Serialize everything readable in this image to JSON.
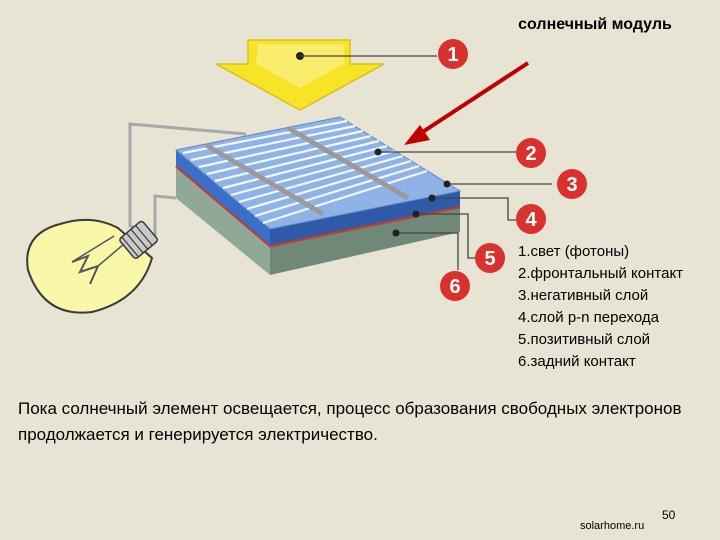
{
  "title": "солнечный модуль",
  "markers": [
    "1",
    "2",
    "3",
    "4",
    "5",
    "6"
  ],
  "legend": [
    "1.свет (фотоны)",
    "2.фронтальный контакт",
    "3.негативный слой",
    "4.слой p-n перехода",
    "5.позитивный слой",
    "6.задний контакт"
  ],
  "caption": "Пока солнечный элемент освещается, процесс образования свободных электронов продолжается и генерируется электричество.",
  "source": "solarhome.ru",
  "page_number": "50",
  "colors": {
    "background": "#e7e4d4",
    "marker_red": "#d9322e",
    "arrow_red": "#c00000",
    "light_arrow": "#f7e426",
    "top_layer": "#8fb3e6",
    "blue_layer": "#3b6fc7",
    "junction_red": "#c23a2e",
    "base_layer": "#8fa898",
    "bulb": "#fbf7a9"
  },
  "icons": [
    "light-arrow-icon",
    "light-bulb-icon",
    "red-arrow-icon"
  ]
}
